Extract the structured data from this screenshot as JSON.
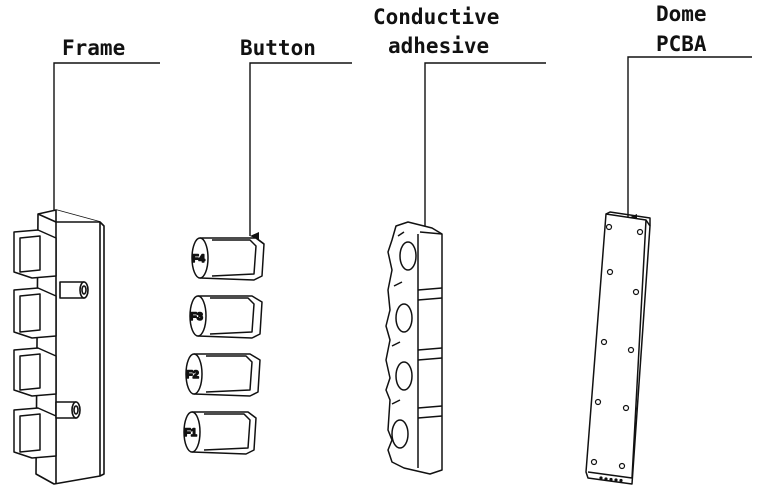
{
  "labels": {
    "frame": "Frame",
    "button": "Button",
    "adhesive_line1": "Conductive",
    "adhesive_line2": "adhesive",
    "dome_line1": "Dome",
    "dome_line2": "PCBA"
  },
  "buttons": [
    {
      "key": "F4"
    },
    {
      "key": "F3"
    },
    {
      "key": "F2"
    },
    {
      "key": "F1"
    }
  ]
}
